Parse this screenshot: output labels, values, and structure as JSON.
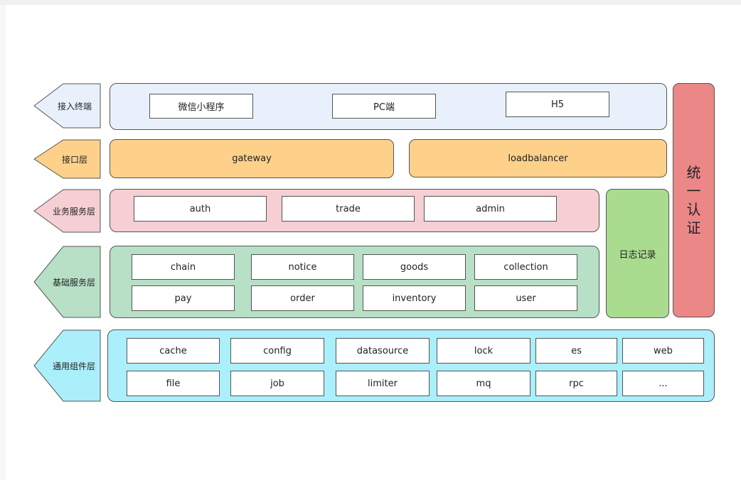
{
  "layers": {
    "access_terminal": "接入终端",
    "interface": "接口层",
    "business_service": "业务服务层",
    "base_service": "基础服务层",
    "common_component": "通用组件层"
  },
  "colors": {
    "access": "#e8f1fb",
    "interface": "#fdd18a",
    "business": "#f5cfd3",
    "base": "#b7e0c6",
    "common": "#aaeffa",
    "log": "#a9dc8f",
    "auth": "#ec8787"
  },
  "access_terminal": {
    "items": [
      "微信小程序",
      "PC端",
      "H5"
    ]
  },
  "interface": {
    "items": [
      "gateway",
      "loadbalancer"
    ]
  },
  "business_service": {
    "items": [
      "auth",
      "trade",
      "admin"
    ]
  },
  "base_service": {
    "row1": [
      "chain",
      "notice",
      "goods",
      "collection"
    ],
    "row2": [
      "pay",
      "order",
      "inventory",
      "user"
    ]
  },
  "common_component": {
    "row1": [
      "cache",
      "config",
      "datasource",
      "lock",
      "es",
      "web"
    ],
    "row2": [
      "file",
      "job",
      "limiter",
      "mq",
      "rpc",
      "..."
    ]
  },
  "log": {
    "label": "日志记录"
  },
  "auth": {
    "label": "统一认证"
  }
}
